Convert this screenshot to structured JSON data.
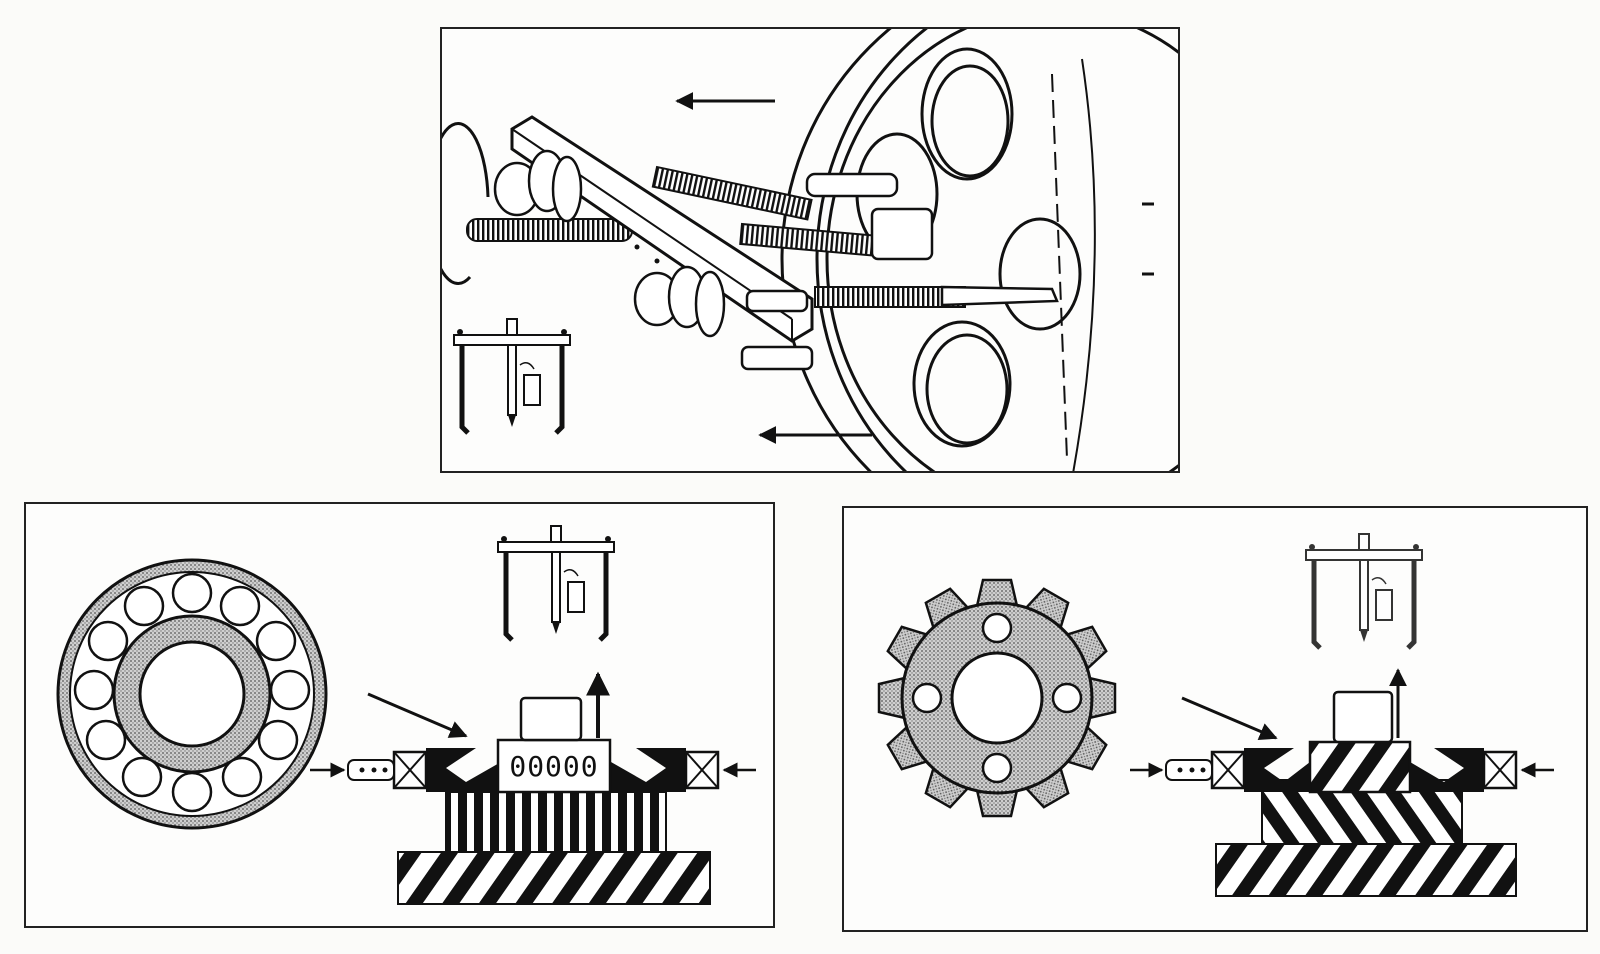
{
  "colors": {
    "ink": "#111111",
    "paper": "#fdfdfc",
    "stipple": "#9a9a9a",
    "stipple_dark": "#6f6f6f"
  },
  "icons": {
    "top": [
      "direction-arrow-icon",
      "flywheel",
      "puller-inset-icon"
    ],
    "left": [
      "bearing",
      "puller-inset-icon",
      "direction-arrow-icon"
    ],
    "right": [
      "gear",
      "puller-inset-icon",
      "direction-arrow-icon"
    ]
  },
  "bearing_label": "00000"
}
